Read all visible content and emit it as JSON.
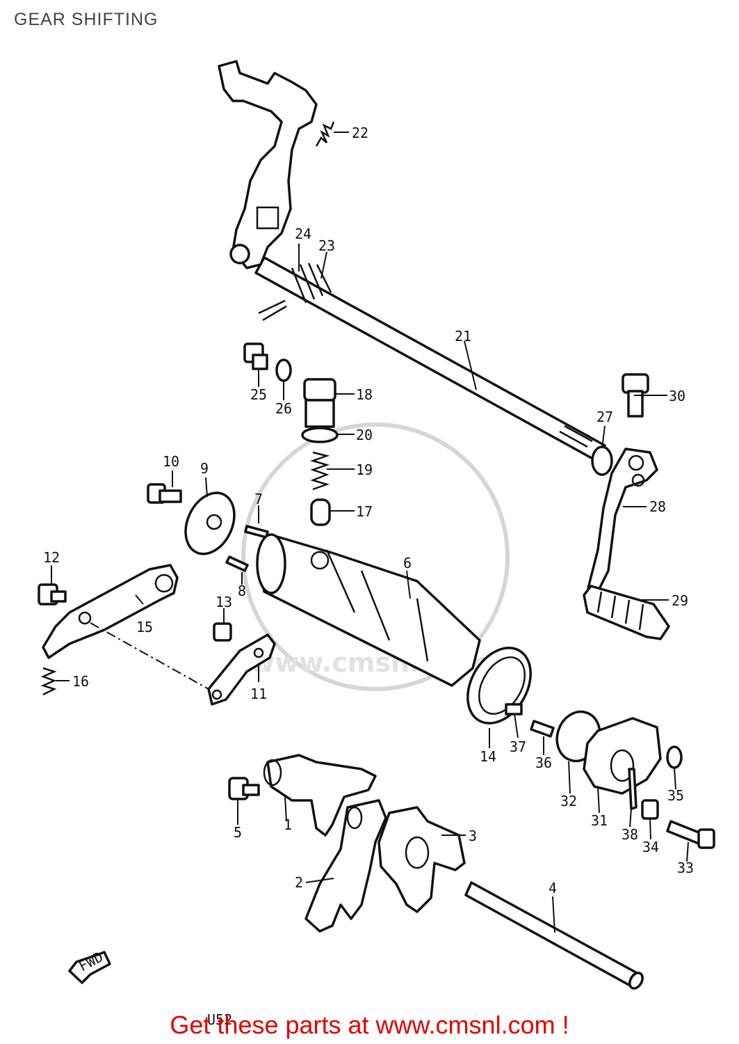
{
  "title": "GEAR SHIFTING",
  "fwd_label": "FWD",
  "diagram_code": "U52",
  "watermark_text": "www.cmsnl.com",
  "footer": "Get these parts at www.cmsnl.com !",
  "colors": {
    "footer": "#e00000",
    "title": "#444444"
  },
  "callouts": [
    {
      "num": "1"
    },
    {
      "num": "2"
    },
    {
      "num": "3"
    },
    {
      "num": "4"
    },
    {
      "num": "5"
    },
    {
      "num": "6"
    },
    {
      "num": "7"
    },
    {
      "num": "8"
    },
    {
      "num": "9"
    },
    {
      "num": "10"
    },
    {
      "num": "11"
    },
    {
      "num": "12"
    },
    {
      "num": "13"
    },
    {
      "num": "14"
    },
    {
      "num": "15"
    },
    {
      "num": "16"
    },
    {
      "num": "17"
    },
    {
      "num": "18"
    },
    {
      "num": "19"
    },
    {
      "num": "20"
    },
    {
      "num": "21"
    },
    {
      "num": "22"
    },
    {
      "num": "23"
    },
    {
      "num": "24"
    },
    {
      "num": "25"
    },
    {
      "num": "26"
    },
    {
      "num": "27"
    },
    {
      "num": "28"
    },
    {
      "num": "29"
    },
    {
      "num": "30"
    },
    {
      "num": "31"
    },
    {
      "num": "32"
    },
    {
      "num": "33"
    },
    {
      "num": "34"
    },
    {
      "num": "35"
    },
    {
      "num": "36"
    },
    {
      "num": "37"
    },
    {
      "num": "38"
    }
  ]
}
